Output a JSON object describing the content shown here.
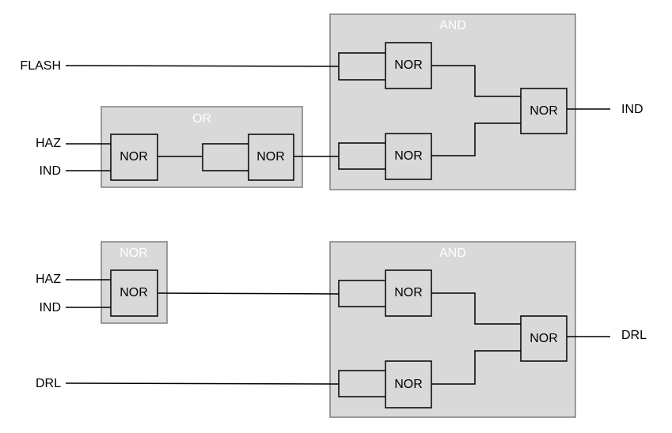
{
  "groups": {
    "and_top": {
      "title": "AND"
    },
    "or_mid": {
      "title": "OR"
    },
    "nor_bottom": {
      "title": "NOR"
    },
    "and_bottom": {
      "title": "AND"
    }
  },
  "gates": {
    "and_top_g1": "NOR",
    "and_top_g2": "NOR",
    "and_top_out": "NOR",
    "or_g1": "NOR",
    "or_g2": "NOR",
    "nor_g1": "NOR",
    "and_bottom_g1": "NOR",
    "and_bottom_g2": "NOR",
    "and_bottom_out": "NOR"
  },
  "signals": {
    "flash_in": "FLASH",
    "haz_in_top": "HAZ",
    "ind_in_top": "IND",
    "ind_out": "IND",
    "haz_in_bottom": "HAZ",
    "ind_in_bottom": "IND",
    "drl_in": "DRL",
    "drl_out": "DRL"
  },
  "colors": {
    "group_fill": "#d9d9d9",
    "group_border": "#7f7f7f",
    "group_title": "#ffffff",
    "gate_fill": "#d9d9d9",
    "gate_border": "#000000",
    "wire": "#000000"
  }
}
